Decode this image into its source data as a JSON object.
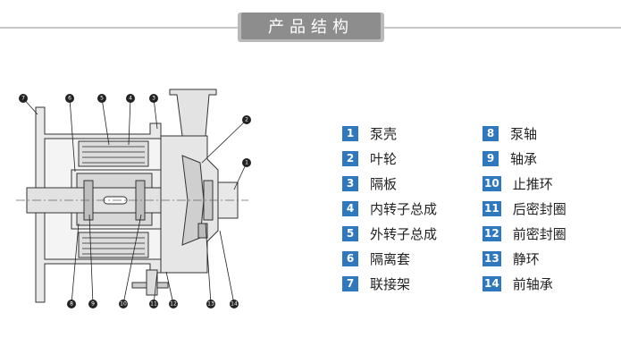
{
  "header": {
    "title": "产品结构"
  },
  "diagram": {
    "callouts": [
      "1",
      "2",
      "3",
      "4",
      "5",
      "6",
      "7",
      "8",
      "9",
      "10",
      "11",
      "12",
      "13",
      "14"
    ]
  },
  "legend": {
    "left": [
      {
        "num": "1",
        "label": "泵壳"
      },
      {
        "num": "2",
        "label": "叶轮"
      },
      {
        "num": "3",
        "label": "隔板"
      },
      {
        "num": "4",
        "label": "内转子总成"
      },
      {
        "num": "5",
        "label": "外转子总成"
      },
      {
        "num": "6",
        "label": "隔离套"
      },
      {
        "num": "7",
        "label": "联接架"
      }
    ],
    "right": [
      {
        "num": "8",
        "label": "泵轴"
      },
      {
        "num": "9",
        "label": "轴承"
      },
      {
        "num": "10",
        "label": "止推环"
      },
      {
        "num": "11",
        "label": "后密封圈"
      },
      {
        "num": "12",
        "label": "前密封圈"
      },
      {
        "num": "13",
        "label": "静环"
      },
      {
        "num": "14",
        "label": "前轴承"
      }
    ]
  },
  "colors": {
    "accent": "#2f78bd",
    "header_tab": "#8d8d8d"
  }
}
